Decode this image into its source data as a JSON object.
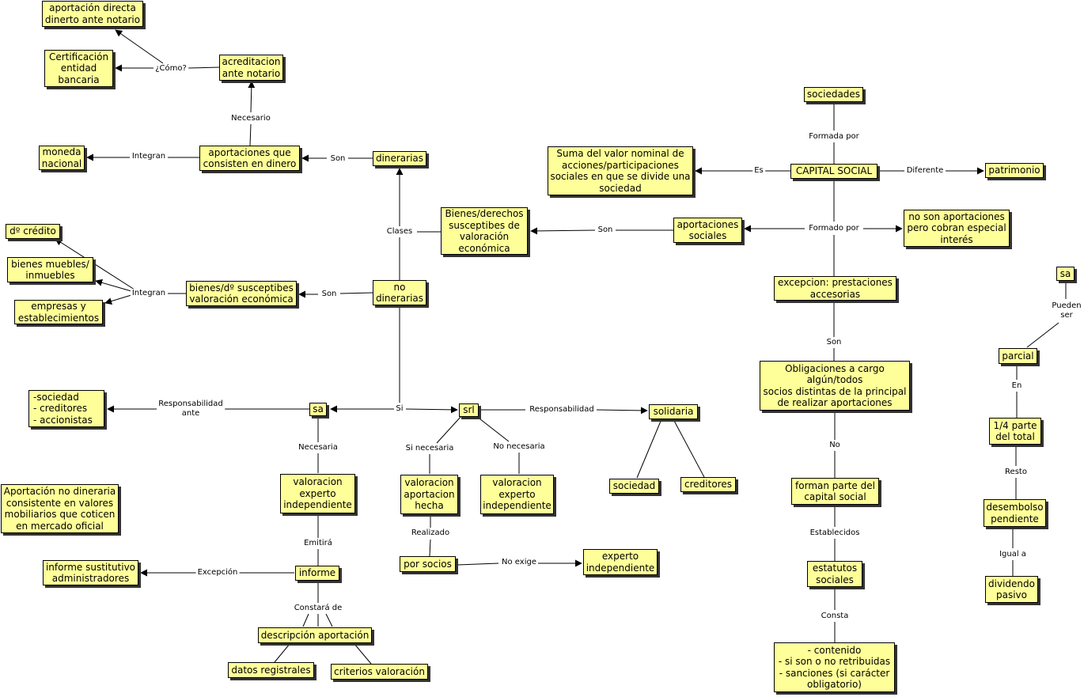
{
  "nodes": [
    {
      "id": "n_directa",
      "text": "aportación directa\ndinerto ante notario"
    },
    {
      "id": "n_cert",
      "text": "Certificación\nentidad\nbancaria"
    },
    {
      "id": "n_acred",
      "text": "acreditacion\nante notario"
    },
    {
      "id": "n_moneda",
      "text": "moneda\nnacional"
    },
    {
      "id": "n_aportdinero",
      "text": "aportaciones que\nconsisten en dinero"
    },
    {
      "id": "n_dinerarias",
      "text": "dinerarias"
    },
    {
      "id": "n_credito",
      "text": "dº crédito"
    },
    {
      "id": "n_muebles",
      "text": "bienes muebles/\ninmuebles"
    },
    {
      "id": "n_empresas",
      "text": "empresas y\nestablecimientos"
    },
    {
      "id": "n_bienesdo",
      "text": "bienes/dº susceptibes\nvaloración económica"
    },
    {
      "id": "n_nodinerarias",
      "text": "no\ndinerarias"
    },
    {
      "id": "n_bienesder",
      "text": "Bienes/derechos\nsusceptibes de\nvaloración\neconómica"
    },
    {
      "id": "n_aportsoc",
      "text": "aportaciones\nsociales"
    },
    {
      "id": "n_sociedades",
      "text": "sociedades"
    },
    {
      "id": "n_suma",
      "text": "Suma del valor nominal de\nacciones/participaciones\nsociales en que se divide una\nsociedad"
    },
    {
      "id": "n_capital",
      "text": "CAPITAL SOCIAL"
    },
    {
      "id": "n_patrimonio",
      "text": "patrimonio"
    },
    {
      "id": "n_noson",
      "text": "no son aportaciones\npero cobran especial\ninterés"
    },
    {
      "id": "n_excepcion",
      "text": "excepcion: prestaciones\naccesorias"
    },
    {
      "id": "n_obligaciones",
      "text": "Obligaciones a cargo\nalgún/todos\nsocios distintas de la principal\nde realizar aportaciones"
    },
    {
      "id": "n_forman",
      "text": "forman parte del\ncapital social"
    },
    {
      "id": "n_estatutos",
      "text": "estatutos\nsociales"
    },
    {
      "id": "n_contenido",
      "text": "- contenido\n- si son o no retribuidas\n- sanciones (si carácter\nobligatorio)"
    },
    {
      "id": "n_sociedadcred",
      "text": "-sociedad\n  - creditores\n  - accionistas"
    },
    {
      "id": "n_sa1",
      "text": "sa"
    },
    {
      "id": "n_srl",
      "text": "srl"
    },
    {
      "id": "n_solidaria",
      "text": "solidaria"
    },
    {
      "id": "n_sociedad",
      "text": "sociedad"
    },
    {
      "id": "n_creditores",
      "text": "creditores"
    },
    {
      "id": "n_aportnodin",
      "text": "Aportación no dineraria\nconsistente en valores\nmobiliarios que coticen\nen mercado oficial"
    },
    {
      "id": "n_valexp1",
      "text": "valoracion\nexperto\nindependiente"
    },
    {
      "id": "n_valaport",
      "text": "valoracion\naportacion\nhecha"
    },
    {
      "id": "n_valexp2",
      "text": "valoracion\nexperto\nindependiente"
    },
    {
      "id": "n_porsocios",
      "text": "por socios"
    },
    {
      "id": "n_experto",
      "text": "experto\nindependiente"
    },
    {
      "id": "n_informesust",
      "text": "informe sustitutivo\nadministradores"
    },
    {
      "id": "n_informe",
      "text": "informe"
    },
    {
      "id": "n_descripcion",
      "text": "descripción aportación"
    },
    {
      "id": "n_datos",
      "text": "datos registrales"
    },
    {
      "id": "n_criterios",
      "text": "criterios valoración"
    },
    {
      "id": "n_sa2",
      "text": "sa"
    },
    {
      "id": "n_parcial",
      "text": "parcial"
    },
    {
      "id": "n_cuarto",
      "text": "1/4 parte\ndel  total"
    },
    {
      "id": "n_desembolso",
      "text": "desembolso\npendiente"
    },
    {
      "id": "n_dividendo",
      "text": "dividendo\npasivo"
    }
  ],
  "links": [
    {
      "id": "l_como",
      "text": "¿Cómo?"
    },
    {
      "id": "l_necesario",
      "text": "Necesario"
    },
    {
      "id": "l_integran1",
      "text": "Integran"
    },
    {
      "id": "l_son1",
      "text": "Son"
    },
    {
      "id": "l_clases",
      "text": "Clases"
    },
    {
      "id": "l_integran2",
      "text": "Integran"
    },
    {
      "id": "l_son2",
      "text": "Son"
    },
    {
      "id": "l_son3",
      "text": "Son"
    },
    {
      "id": "l_formadapor",
      "text": "Formada por"
    },
    {
      "id": "l_es",
      "text": "Es"
    },
    {
      "id": "l_diferente",
      "text": "Diferente"
    },
    {
      "id": "l_formadopor",
      "text": "Formado por"
    },
    {
      "id": "l_son4",
      "text": "Son"
    },
    {
      "id": "l_no",
      "text": "No"
    },
    {
      "id": "l_establecidos",
      "text": "Establecidos"
    },
    {
      "id": "l_consta",
      "text": "Consta"
    },
    {
      "id": "l_respante",
      "text": "Responsabilidad\nante"
    },
    {
      "id": "l_si",
      "text": "Si"
    },
    {
      "id": "l_resp",
      "text": "Responsabilidad"
    },
    {
      "id": "l_necesaria",
      "text": "Necesaria"
    },
    {
      "id": "l_sinecesaria",
      "text": "Si necesaria"
    },
    {
      "id": "l_nonecesaria",
      "text": "No necesaria"
    },
    {
      "id": "l_realizado",
      "text": "Realizado"
    },
    {
      "id": "l_noexige",
      "text": "No exige"
    },
    {
      "id": "l_emitira",
      "text": "Emitirá"
    },
    {
      "id": "l_excepcion",
      "text": "Excepción"
    },
    {
      "id": "l_constarade",
      "text": "Constará de"
    },
    {
      "id": "l_puedenser",
      "text": "Pueden\nser"
    },
    {
      "id": "l_en",
      "text": "En"
    },
    {
      "id": "l_resto",
      "text": "Resto"
    },
    {
      "id": "l_iguala",
      "text": "Igual a"
    }
  ]
}
